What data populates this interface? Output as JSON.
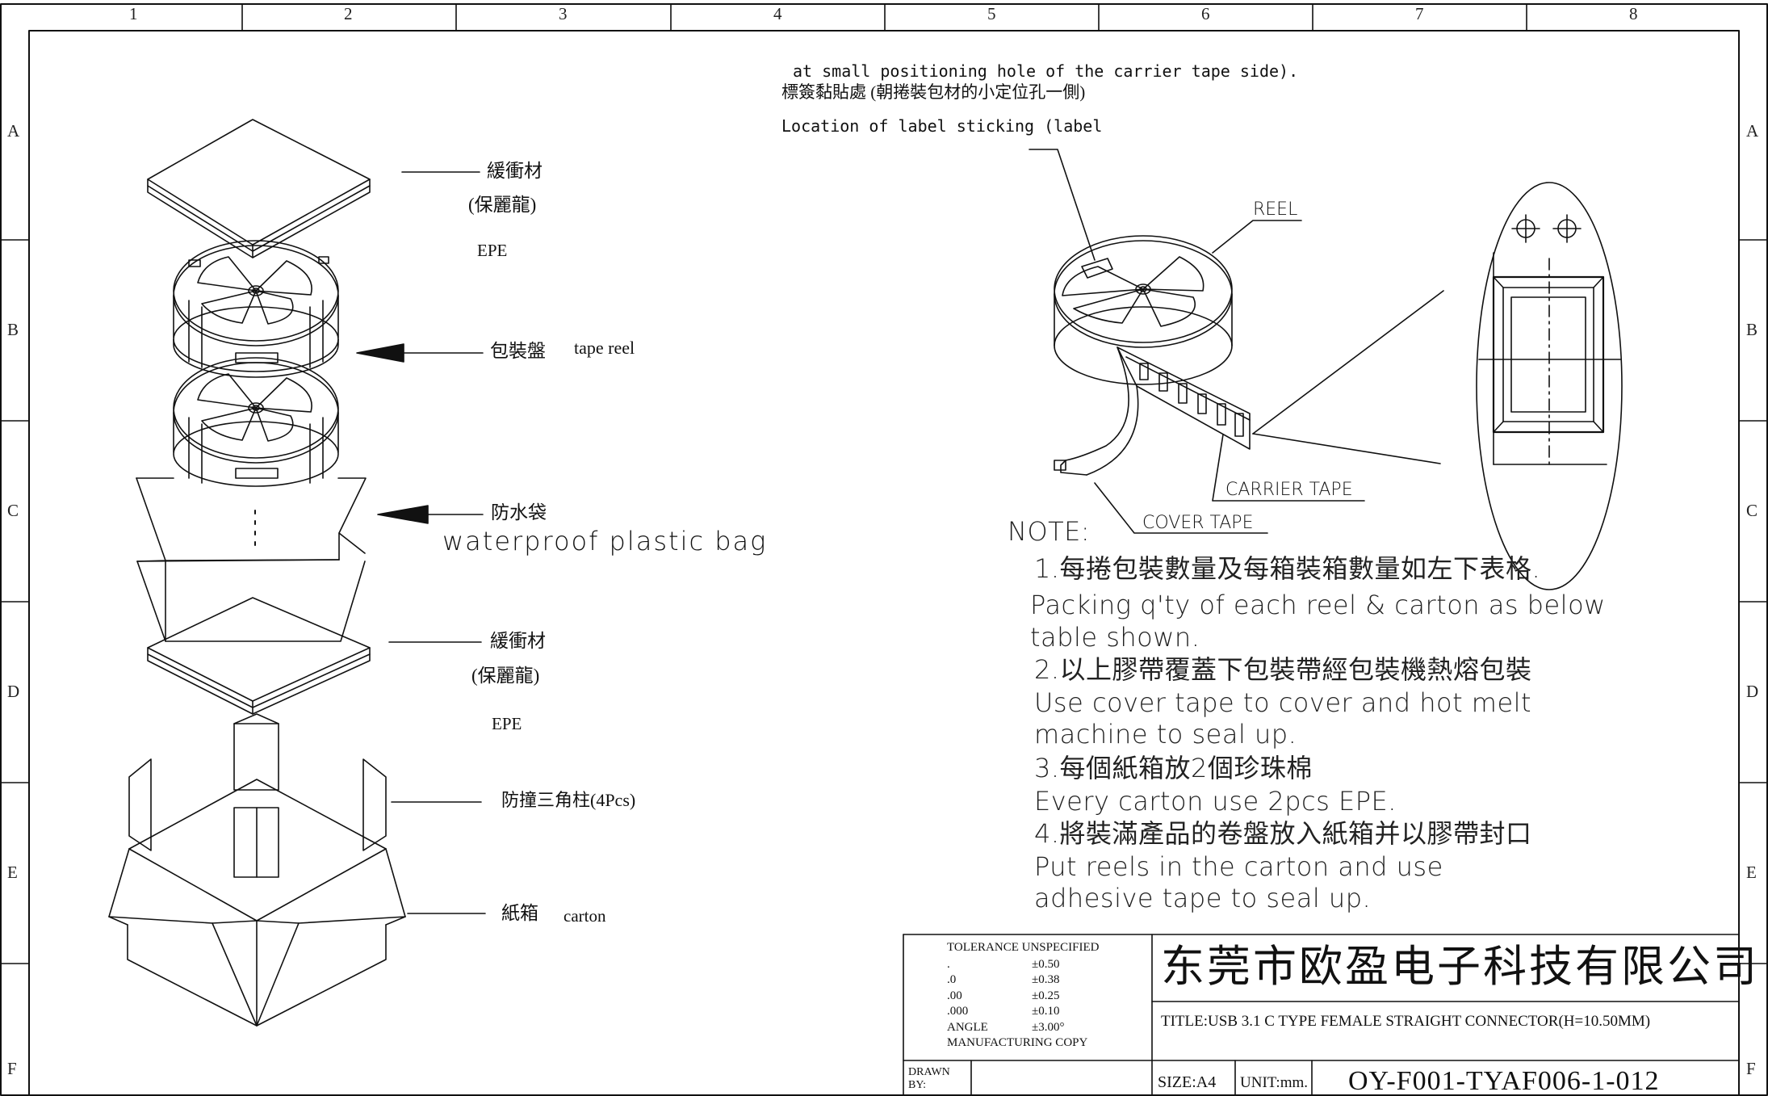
{
  "grid": {
    "columns": [
      "1",
      "2",
      "3",
      "4",
      "5",
      "6",
      "7",
      "8"
    ],
    "rows": [
      "A",
      "B",
      "C",
      "D",
      "E",
      "F"
    ]
  },
  "labels": {
    "top_cushion_zh": "緩衝材",
    "top_cushion_sub": "(保麗龍)",
    "top_cushion_en": "EPE",
    "tape_reel_zh": "包裝盤",
    "tape_reel_en": "tape reel",
    "bag_zh": "防水袋",
    "bag_en": "waterproof plastic bag",
    "bottom_cushion_zh": "緩衝材",
    "bottom_cushion_sub": "(保麗龍)",
    "bottom_cushion_en": "EPE",
    "corner_post": "防撞三角柱(4Pcs)",
    "carton_zh": "紙箱",
    "carton_en": "carton"
  },
  "label_location": {
    "line1": "at small positioning hole of the carrier tape side).",
    "line2": "標簽黏貼處 (朝捲裝包材的小定位孔一側)",
    "line3": "Location of label sticking (label"
  },
  "reel_labels": {
    "reel": "REEL",
    "carrier_tape": "CARRIER TAPE",
    "cover_tape": "COVER TAPE"
  },
  "notes": {
    "title": "NOTE:",
    "items": [
      "1.每捲包裝數量及每箱裝箱數量如左下表格.",
      "Packing q'ty of each reel & carton as below",
      "table shown.",
      "2.以上膠帶覆蓋下包裝帶經包裝機熱熔包裝",
      "Use cover tape to cover and hot melt",
      "machine to seal up.",
      "3.每個紙箱放2個珍珠棉",
      "Every carton use 2pcs EPE.",
      "4.將裝滿產品的卷盤放入紙箱并以膠帶封口",
      "Put reels in the carton and use",
      "adhesive tape to seal up."
    ]
  },
  "title_block": {
    "tolerance_title": "TOLERANCE UNSPECIFIED",
    "tolerances": [
      {
        "key": ".",
        "value": "±0.50"
      },
      {
        "key": ".0",
        "value": "±0.38"
      },
      {
        "key": ".00",
        "value": "±0.25"
      },
      {
        "key": ".000",
        "value": "±0.10"
      },
      {
        "key": "ANGLE",
        "value": "±3.00°"
      }
    ],
    "copy_label": "MANUFACTURING  COPY",
    "company": "东莞市欧盈电子科技有限公司",
    "title": "TITLE:USB 3.1 C TYPE FEMALE STRAIGHT CONNECTOR(H=10.50MM)",
    "drawn_by": "DRAWN BY:",
    "size": "SIZE:A4",
    "unit": "UNIT:mm.",
    "part_number": "OY-F001-TYAF006-1-012"
  }
}
